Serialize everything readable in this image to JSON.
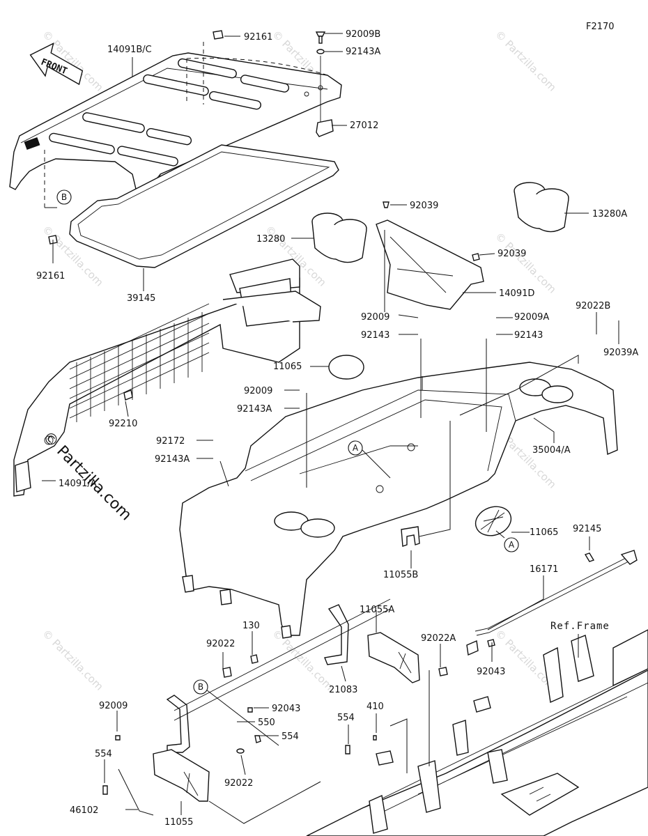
{
  "figure_code": "F2170",
  "front_arrow": "FRONT",
  "ref_frame": "Ref.Frame",
  "watermark": "© Partzilla.com",
  "watermark_main": "© Partzilla.com",
  "circle_refs": {
    "A": "A",
    "B": "B"
  },
  "parts": {
    "p14091bc": "14091B/C",
    "p92161_top": "92161",
    "p92009b": "92009B",
    "p92143a_top": "92143A",
    "p27012": "27012",
    "p92161_left": "92161",
    "p39145": "39145",
    "p13280": "13280",
    "p92039_a": "92039",
    "p92039_b": "92039",
    "p13280a": "13280A",
    "p14091d": "14091D",
    "p92009_mid": "92009",
    "p92143_mid": "92143",
    "p92009a": "92009A",
    "p92143_right": "92143",
    "p92022b": "92022B",
    "p92039a": "92039A",
    "p11065_top": "11065",
    "p92009_b2": "92009",
    "p92143a_mid": "92143A",
    "p92210": "92210",
    "p92172": "92172",
    "p92143a_low": "92143A",
    "p14091a": "14091/A",
    "p35004a": "35004/A",
    "p11065_right": "11065",
    "p92145": "92145",
    "p11055b": "11055B",
    "p16171": "16171",
    "p11055a": "11055A",
    "p130": "130",
    "p92022_a": "92022",
    "p92022a": "92022A",
    "p92043_right": "92043",
    "p21083": "21083",
    "p92009_low": "92009",
    "p92043_low": "92043",
    "p550": "550",
    "p554_a": "554",
    "p554_b": "554",
    "p410": "410",
    "p554_c": "554",
    "p92022_b": "92022",
    "p46102": "46102",
    "p11055": "11055"
  }
}
